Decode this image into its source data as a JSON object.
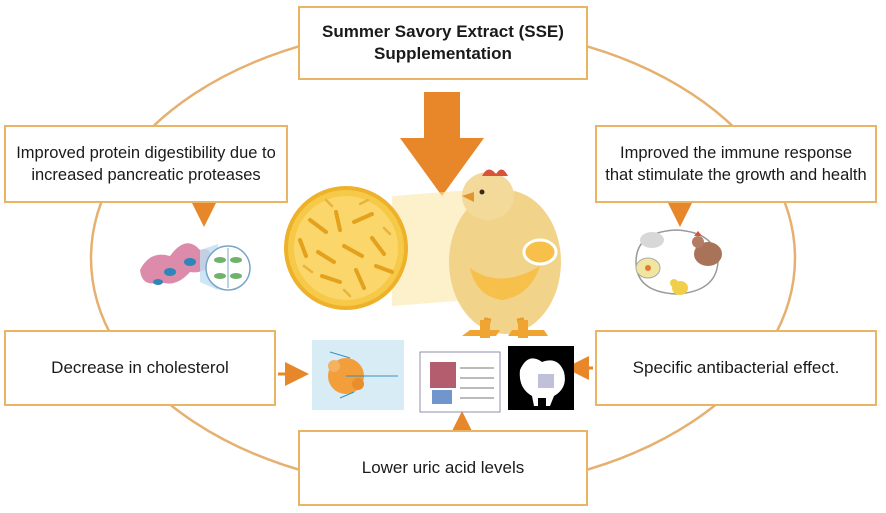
{
  "title": {
    "line1": "Summer Savory Extract (SSE)",
    "line2": "Supplementation"
  },
  "effects": {
    "protein": "Improved protein digestibility due to increased pancreatic proteases",
    "immune": "Improved the immune response that stimulate the growth and health",
    "cholesterol": "Decrease in cholesterol",
    "antibacterial": "Specific antibacterial effect.",
    "uric": "Lower uric acid levels"
  },
  "colors": {
    "ring": "#e6b070",
    "box_border": "#e9b463",
    "arrow": "#e8862a",
    "circle_fill": "#f7c948",
    "chicken": "#f2d38a"
  },
  "icons": [
    "digestive-tract-icon",
    "immune-cycle-icon",
    "lipoprotein-icon",
    "cell-diagram-icon",
    "chicken-xray-icon",
    "bacteria-circle-icon",
    "broiler-chicken-illustration"
  ]
}
